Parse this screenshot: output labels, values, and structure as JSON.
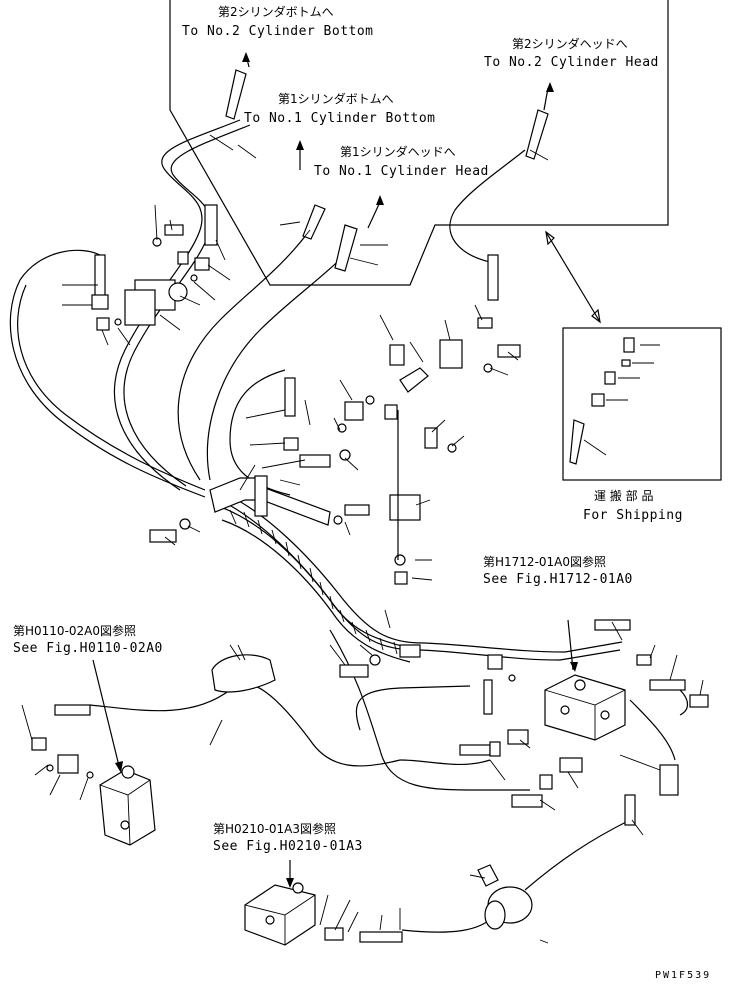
{
  "labels": {
    "cyl2_bottom_jp": "第2シリンダボトムへ",
    "cyl2_bottom_en": "To No.2 Cylinder Bottom",
    "cyl2_head_jp": "第2シリンダヘッドへ",
    "cyl2_head_en": "To No.2 Cylinder Head",
    "cyl1_bottom_jp": "第1シリンダボトムへ",
    "cyl1_bottom_en": "To No.1 Cylinder Bottom",
    "cyl1_head_jp": "第1シリンダヘッドへ",
    "cyl1_head_en": "To No.1 Cylinder Head",
    "shipping_jp": "運 搬 部 品",
    "shipping_en": "For Shipping",
    "ref_h1712_jp": "第H1712-01A0図参照",
    "ref_h1712_en": "See Fig.H1712-01A0",
    "ref_h0110_jp": "第H0110-02A0図参照",
    "ref_h0110_en": "See Fig.H0110-02A0",
    "ref_h0210_jp": "第H0210-01A3図参照",
    "ref_h0210_en": "See Fig.H0210-01A3",
    "drawing_code": "PW1F539"
  }
}
